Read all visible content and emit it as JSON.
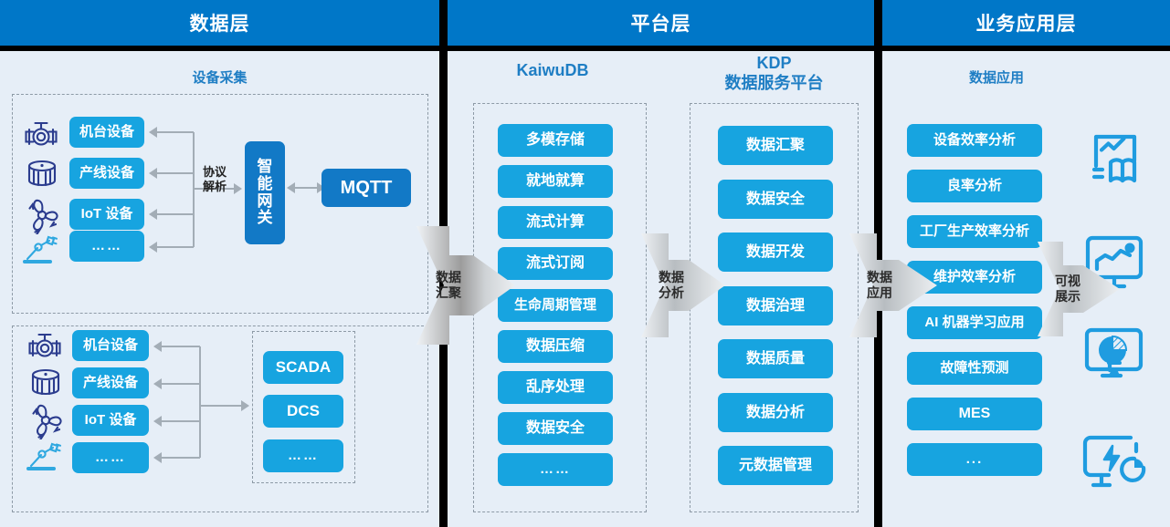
{
  "headers": [
    {
      "id": "data-layer",
      "label": "数据层"
    },
    {
      "id": "platform-layer",
      "label": "平台层"
    },
    {
      "id": "application-layer",
      "label": "业务应用层"
    }
  ],
  "section_titles": {
    "device_collection": "设备采集",
    "kaiwudb": "KaiwuDB",
    "kdp_line1": "KDP",
    "kdp_line2": "数据服务平台",
    "data_application": "数据应用"
  },
  "data_layer": {
    "group_top": {
      "devices": [
        {
          "icon": "valve-icon",
          "label": "机台设备"
        },
        {
          "icon": "tank-icon",
          "label": "产线设备"
        },
        {
          "icon": "fan-icon",
          "label": "IoT 设备"
        },
        {
          "icon": "robot-arm-icon",
          "label": "……"
        }
      ],
      "protocol_label_line1": "协议",
      "protocol_label_line2": "解析",
      "gateway": "智能网关",
      "gateway_chars": [
        "智",
        "能",
        "网",
        "关"
      ],
      "broker": "MQTT"
    },
    "group_bottom": {
      "devices": [
        {
          "icon": "valve-icon",
          "label": "机台设备"
        },
        {
          "icon": "tank-icon",
          "label": "产线设备"
        },
        {
          "icon": "fan-icon",
          "label": "IoT 设备"
        },
        {
          "icon": "robot-arm-icon",
          "label": "……"
        }
      ],
      "systems": [
        "SCADA",
        "DCS",
        "……"
      ]
    }
  },
  "platform_layer": {
    "kaiwudb_items": [
      "多模存储",
      "就地就算",
      "流式计算",
      "流式订阅",
      "生命周期管理",
      "数据压缩",
      "乱序处理",
      "数据安全",
      "……"
    ],
    "kdp_items": [
      "数据汇聚",
      "数据安全",
      "数据开发",
      "数据治理",
      "数据质量",
      "数据分析",
      "元数据管理"
    ]
  },
  "application_layer": {
    "items": [
      "设备效率分析",
      "良率分析",
      "工厂生产效率分析",
      "维护效率分析",
      "AI 机器学习应用",
      "故障性预测",
      "MES",
      "..."
    ],
    "icons": [
      "report-chart-book-icon",
      "monitor-line-chart-icon",
      "monitor-pie-chart-icon",
      "monitor-energy-gauge-icon"
    ]
  },
  "flow_arrows": [
    {
      "id": "flow-data-aggregation",
      "line1": "数据",
      "line2": "汇聚"
    },
    {
      "id": "flow-data-analysis",
      "line1": "数据",
      "line2": "分析"
    },
    {
      "id": "flow-data-application",
      "line1": "数据",
      "line2": "应用"
    },
    {
      "id": "flow-visual-presentation",
      "line1": "可视",
      "line2": "展示"
    }
  ],
  "colors": {
    "header_blue": "#0077c8",
    "panel_bg": "#e6eef7",
    "chip_blue": "#17a4e0",
    "chip_deep_blue": "#1279c6",
    "title_blue": "#1f7ec4",
    "connector_gray": "#a3adb6"
  }
}
